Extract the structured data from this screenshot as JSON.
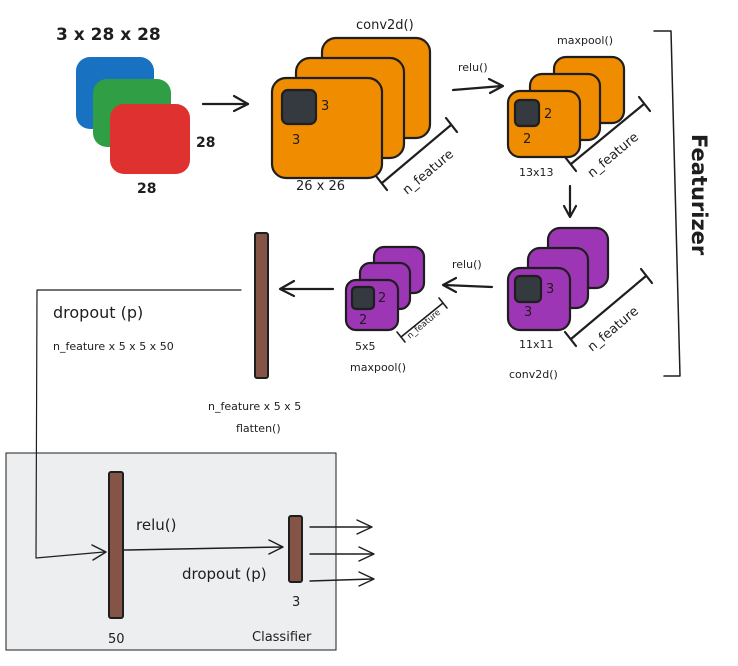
{
  "colors": {
    "blue": "#1971c2",
    "green": "#2f9e44",
    "red": "#e03131",
    "orange": "#f08c00",
    "purple": "#9c36b5",
    "kernel": "#343a40",
    "bar": "#845446",
    "panel": "#eceef0",
    "ink": "#1e1e1e"
  },
  "input": {
    "shape_label": "3 x 28 x 28",
    "height_label": "28",
    "width_label": "28"
  },
  "conv1": {
    "op_label": "conv2d()",
    "kernel_w": "3",
    "kernel_h": "3",
    "size_label": "26 x 26",
    "depth_label": "n_feature"
  },
  "relu1": {
    "label": "relu()"
  },
  "pool1": {
    "op_label": "maxpool()",
    "kernel_w": "2",
    "kernel_h": "2",
    "size_label": "13x13",
    "depth_label": "n_feature"
  },
  "conv2": {
    "op_label": "conv2d()",
    "kernel_w": "3",
    "kernel_h": "3",
    "size_label": "11x11",
    "depth_label": "n_feature"
  },
  "relu2": {
    "label": "relu()"
  },
  "pool2": {
    "op_label": "maxpool()",
    "kernel_w": "2",
    "kernel_h": "2",
    "size_label": "5x5",
    "depth_label": "n_feature"
  },
  "flatten": {
    "shape_label": "n_feature x 5 x 5",
    "op_label": "flatten()"
  },
  "featurizer": {
    "title": "Featurizer"
  },
  "dropout1": {
    "label": "dropout (p)",
    "shape_label": "n_feature x 5 x 5 x 50"
  },
  "classifier": {
    "title": "Classifier",
    "hidden_size": "50",
    "relu_label": "relu()",
    "dropout_label": "dropout (p)",
    "output_size": "3"
  }
}
